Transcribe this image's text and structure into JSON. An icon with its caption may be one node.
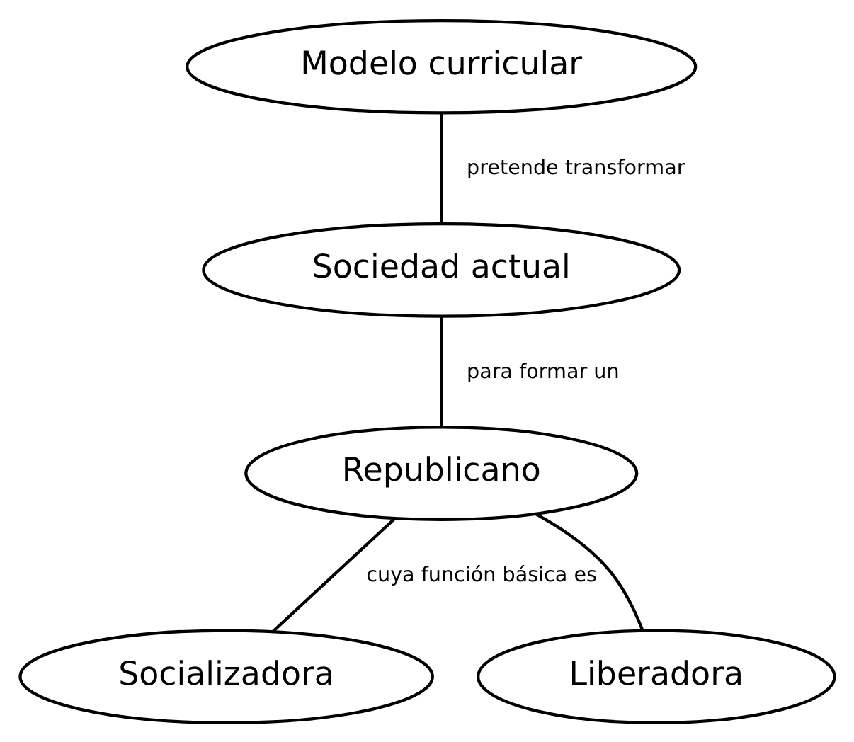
{
  "diagram": {
    "nodes": [
      {
        "text": [
          "Modelo curricular"
        ]
      },
      {
        "text": [
          "Sociedad actual"
        ]
      },
      {
        "text": [
          "Republicano"
        ]
      },
      {
        "text": [
          "Socializadora"
        ]
      },
      {
        "text": [
          "Liberadora"
        ]
      }
    ],
    "edges": [
      {
        "from": 0,
        "to": 1,
        "arrow": "none",
        "label": "pretende transformar"
      },
      {
        "from": 1,
        "to": 2,
        "arrow": "none",
        "label": "para formar un"
      },
      {
        "from": 2,
        "to": 3,
        "arrow": "none",
        "label": "cuya función básica es"
      },
      {
        "from": 2,
        "to": 4,
        "arrow": "none"
      }
    ]
  }
}
